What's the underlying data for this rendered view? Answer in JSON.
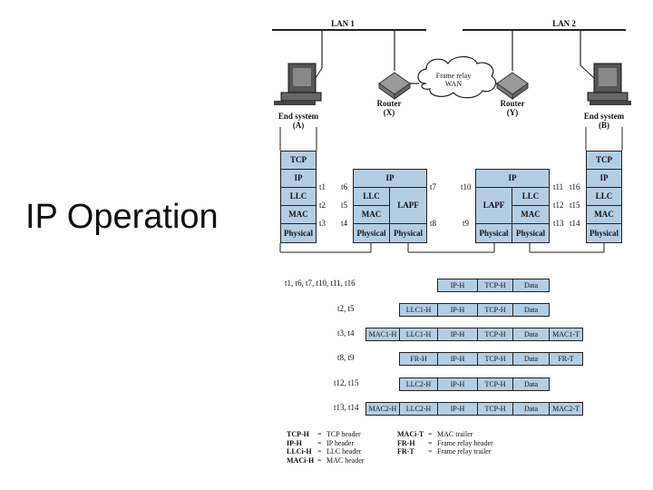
{
  "slide": {
    "title": "IP Operation"
  },
  "diagram": {
    "lan1": "LAN 1",
    "lan2": "LAN 2",
    "wan": [
      "Frame relay",
      "WAN"
    ],
    "router_x": [
      "Router",
      "(X)"
    ],
    "router_y": [
      "Router",
      "(Y)"
    ],
    "end_a": [
      "End system",
      "(A)"
    ],
    "end_b": [
      "End system",
      "(B)"
    ],
    "stack_a": [
      "TCP",
      "IP",
      "LLC",
      "MAC",
      "Physical"
    ],
    "stack_b": [
      "TCP",
      "IP",
      "LLC",
      "MAC",
      "Physical"
    ],
    "router_ip": "IP",
    "llc": "LLC",
    "mac": "MAC",
    "lapf": "LAPF",
    "physical": "Physical",
    "times_a": [
      "t1",
      "t2",
      "t3"
    ],
    "times_x_left": [
      "t6",
      "t5",
      "t4"
    ],
    "times_x_right": [
      "t7",
      "t8"
    ],
    "times_y_left": [
      "t10",
      "t9"
    ],
    "times_y_right": [
      "t11",
      "t12",
      "t13"
    ],
    "times_b": [
      "t16",
      "t15",
      "t14"
    ]
  },
  "frames": {
    "rows": [
      {
        "times": "t1, t6, t7, t10, t11, t16",
        "cells": [
          "IP-H",
          "TCP-H",
          "Data"
        ]
      },
      {
        "times": "t2, t5",
        "cells": [
          "LLC1-H",
          "IP-H",
          "TCP-H",
          "Data"
        ]
      },
      {
        "times": "t3, t4",
        "cells": [
          "MAC1-H",
          "LLC1-H",
          "IP-H",
          "TCP-H",
          "Data",
          "MAC1-T"
        ]
      },
      {
        "times": "t8, t9",
        "cells": [
          "FR-H",
          "IP-H",
          "TCP-H",
          "Data",
          "FR-T"
        ]
      },
      {
        "times": "t12, t15",
        "cells": [
          "LLC2-H",
          "IP-H",
          "TCP-H",
          "Data"
        ]
      },
      {
        "times": "t13, t14",
        "cells": [
          "MAC2-H",
          "LLC2-H",
          "IP-H",
          "TCP-H",
          "Data",
          "MAC2-T"
        ]
      }
    ]
  },
  "legend": {
    "left": [
      {
        "key": "TCP-H",
        "value": "TCP header"
      },
      {
        "key": "IP-H",
        "value": "IP header"
      },
      {
        "key": "LLCi-H",
        "value": "LLC header"
      },
      {
        "key": "MACi-H",
        "value": "MAC header"
      }
    ],
    "right": [
      {
        "key": "MACi-T",
        "value": "MAC trailer"
      },
      {
        "key": "FR-H",
        "value": "Frame relay header"
      },
      {
        "key": "FR-T",
        "value": "Frame relay trailer"
      }
    ],
    "eq": "="
  }
}
